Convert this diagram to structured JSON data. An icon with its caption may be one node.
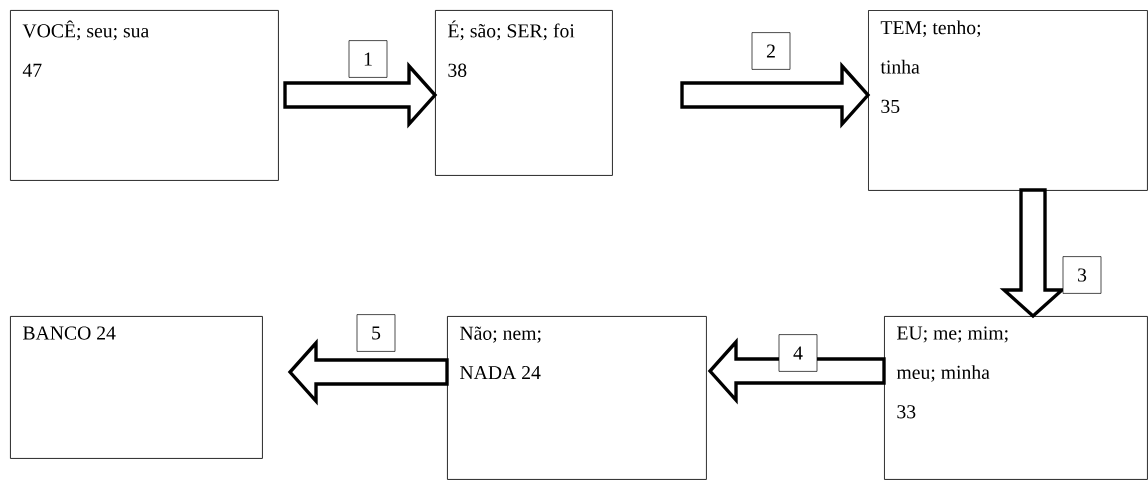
{
  "diagram": {
    "nodes": [
      {
        "text": [
          "VOCÊ; seu; sua",
          "47"
        ]
      },
      {
        "text": [
          "É; são; SER; foi",
          "38"
        ]
      },
      {
        "text": [
          "TEM; tenho; tinha",
          "35"
        ]
      },
      {
        "text": [
          "BANCO 24"
        ]
      },
      {
        "text": [
          "Não; nem; NADA 24"
        ]
      },
      {
        "text": [
          "EU; me; mim; meu; minha",
          "33"
        ]
      }
    ],
    "edges": [
      {
        "from": 0,
        "to": 1,
        "arrow": "to",
        "label": "1"
      },
      {
        "from": 1,
        "to": 2,
        "arrow": "to",
        "label": "2"
      },
      {
        "from": 2,
        "to": 5,
        "arrow": "to",
        "label": "3"
      },
      {
        "from": 5,
        "to": 4,
        "arrow": "to",
        "label": "4"
      },
      {
        "from": 4,
        "to": 3,
        "arrow": "to",
        "label": "5"
      }
    ]
  }
}
